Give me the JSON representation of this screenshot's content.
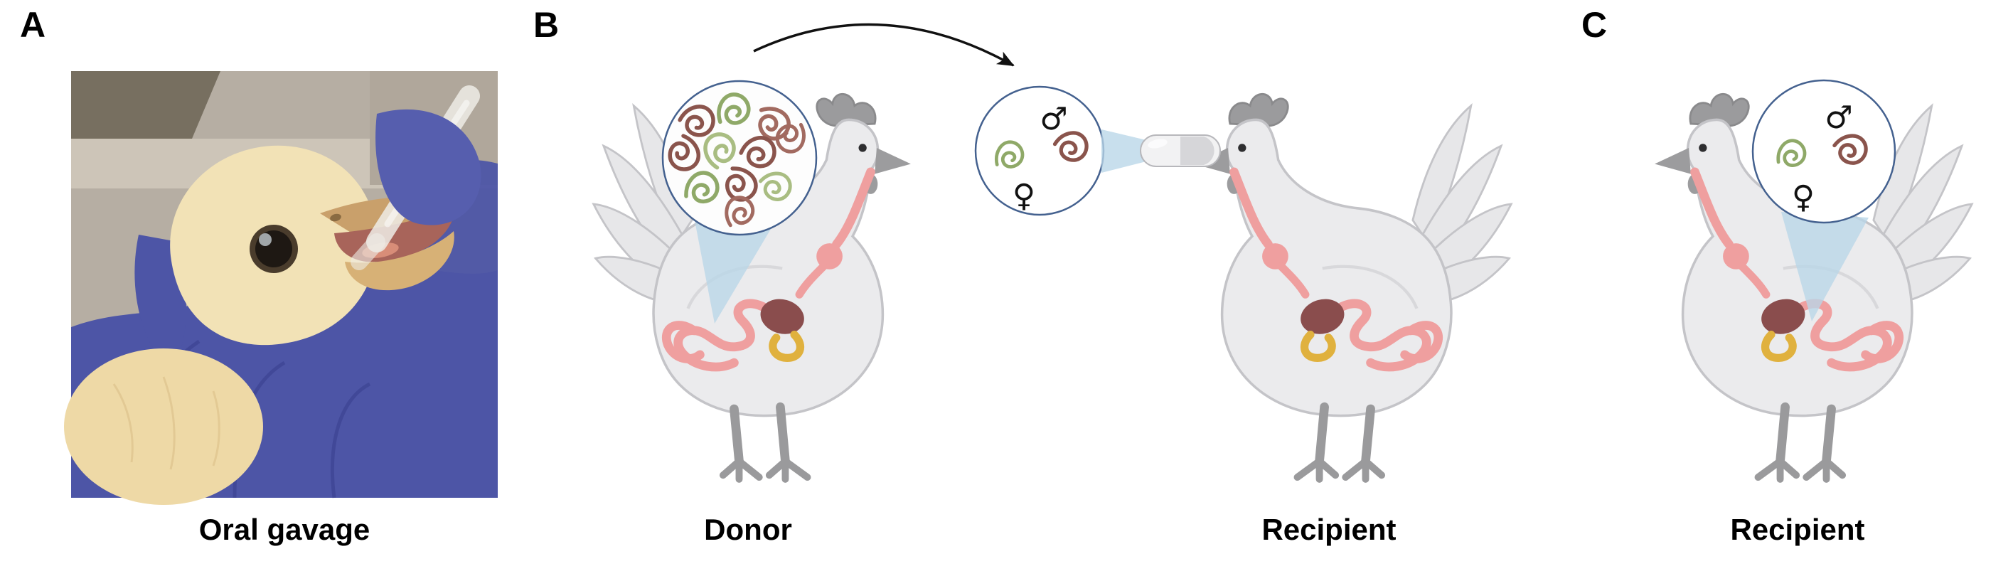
{
  "panels": {
    "a": {
      "label": "A",
      "caption": "Oral gavage"
    },
    "b": {
      "label": "B",
      "donor_caption": "Donor",
      "recipient_caption": "Recipient"
    },
    "c": {
      "label": "C",
      "caption": "Recipient"
    }
  },
  "symbols": {
    "male": "♂",
    "female": "♀"
  },
  "colors": {
    "worm_brown": "#8a544c",
    "worm_brown_light": "#a26a60",
    "worm_green": "#8fa968",
    "worm_green_light": "#a9bd82",
    "beam_blue": "#b9d6e8",
    "circle_outline": "#44618f",
    "chicken_body": "#ebebed",
    "chicken_outline": "#c4c4c8",
    "comb_gray": "#9b9b9d",
    "gut_pink": "#ef9f9f",
    "organ_dark_red": "#8a4d4d",
    "cecum_yellow": "#e0b13e",
    "glove_blue": "#4d55a6",
    "chick_cream": "#f2e2b6",
    "arrow_black": "#111111"
  }
}
